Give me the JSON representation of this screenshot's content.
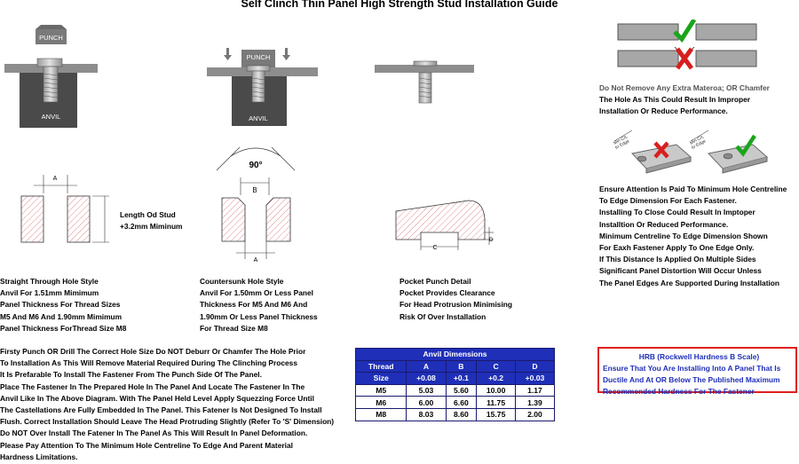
{
  "title": "Self Clinch Thin Panel High Strength Stud Installation Guide",
  "diagrams": {
    "punch_label_1": "PUNCH",
    "anvil_label_1": "ANVIL",
    "punch_label_2": "PUNCH",
    "anvil_label_2": "ANVIL",
    "angle_label": "90°",
    "dim_a_1": "A",
    "dim_a_2": "A",
    "dim_b": "B",
    "dim_c": "C",
    "dim_d": "D",
    "stud_length_lines": [
      "Length Od Stud",
      "+3.2mm Miminum"
    ],
    "min_cl_label_1": "Min C/L",
    "min_cl_label_1b": "to Edge",
    "min_cl_label_2": "Min C/L",
    "min_cl_label_2b": "to Edge"
  },
  "colors": {
    "check": "#1aa51a",
    "cross": "#d81e1e",
    "table_header": "#1f2fb8",
    "hrb_border": "#e01e1e",
    "hrb_text": "#1f2fb8",
    "hatch": "#d45a5a"
  },
  "icons": [
    "check-icon",
    "cross-icon"
  ],
  "texts": {
    "straight_hole": [
      "Straight Through Hole Style",
      "Anvil For 1.51mm Mimimum",
      "Panel Thickness For Thread Sizes",
      "M5 And M6 And  1.90mm Mimimum",
      "Panel Thickness ForThread Size M8"
    ],
    "countersunk_hole": [
      "Countersunk Hole Style",
      "Anvil For 1.50mm Or Less Panel",
      "Thickness For M5 And M6  And",
      "1.90mm Or Less Panel Thickness",
      "For Thread Size M8"
    ],
    "pocket_punch": [
      "Pocket Punch Detail",
      "Pocket Provides Clearance",
      "For Head Protrusion Minimising",
      "Risk Of Over Installation"
    ],
    "chamfer_note": [
      "Do Not Remove Any Extra Materoa; OR Chamfer",
      "The Hole As This Could Result In Improper",
      "Installation Or Reduce Performance."
    ],
    "edge_note": [
      "Ensure Attention Is Paid To Minimum Hole Centreline",
      "To Edge Dimension For Each Fastener.",
      "Installing To Close Could Result In Imptoper",
      "Installtion Or Reduced Performance.",
      "Minimum Centreline To Edge Dimension Shown",
      "For Eaxh Fastener Apply To One Edge Only.",
      "If This Distance Is Applied On Multiple Sides",
      "Significant Panel Distortion Will Occur Unless",
      "The Panel Edges Are Supported During Installation"
    ],
    "procedure": [
      "Firsty Punch OR Drill The Correct Hole Size Do NOT Deburr Or Chamfer The Hole Prior",
      "To Installation As This Will Remove Material Required During The Clinching Process",
      "It Is Prefarable To Install The Fastener From The Punch Side Of The Panel.",
      "Place The Fastener In The Prepared Hole In The Panel And Locate The Fastener In The",
      "Anvil Like In The Above Diagram. With The Panel Held Level Apply Squezzing Force Until",
      "The Castellations Are Fully Embedded In The Panel. This Fatener Is Not Designed To Install",
      "Flush. Correct Installation Should Leave The Head Protruding Slightly (Refer To 'S' Dimension)",
      "Do NOT Over Install The Fatener In The Panel As This Will Result In Panel Deformation.",
      "Please Pay Attention To The Minimum Hole Centreline To Edge And Parent Material",
      "Hardness Limitations."
    ]
  },
  "anvil_table": {
    "title": "Anvil Dimensions",
    "headers_top": [
      "Thread",
      "A",
      "B",
      "C",
      "D"
    ],
    "headers_bottom": [
      "Size",
      "+0.08",
      "+0.1",
      "+0.2",
      "+0.03"
    ],
    "rows": [
      [
        "M5",
        "5.03",
        "5.60",
        "10.00",
        "1.17"
      ],
      [
        "M6",
        "6.00",
        "6.60",
        "11.75",
        "1.39"
      ],
      [
        "M8",
        "8.03",
        "8.60",
        "15.75",
        "2.00"
      ]
    ]
  },
  "hrb": {
    "title": "HRB (Rockwell Hardness B Scale)",
    "lines": [
      "Ensure That You Are Installing Into A Panel That Is",
      "Ductile And At OR Below The Published Maximum",
      "Recommended Hardness For The Fastener"
    ]
  }
}
